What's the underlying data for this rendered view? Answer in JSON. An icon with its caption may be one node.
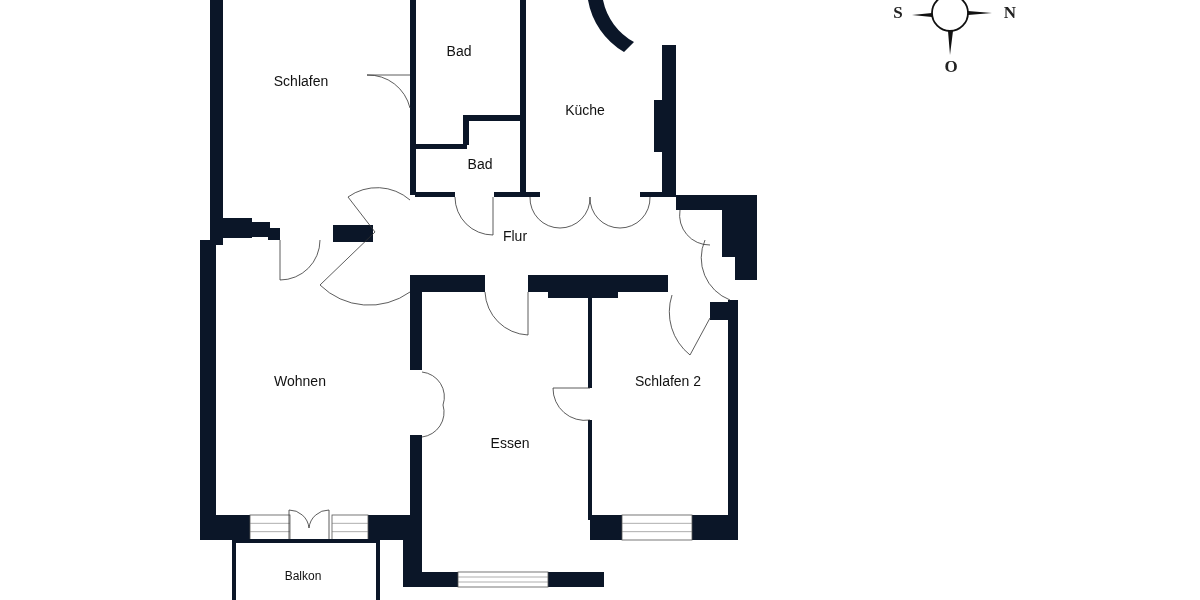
{
  "diagram": {
    "nodes": [
      {
        "text": [
          "Schlafen"
        ]
      },
      {
        "text": [
          "Bad"
        ]
      },
      {
        "text": [
          "Küche"
        ]
      },
      {
        "text": [
          "Bad"
        ]
      },
      {
        "text": [
          "Flur"
        ]
      },
      {
        "text": [
          "Wohnen"
        ]
      },
      {
        "text": [
          "Essen"
        ]
      },
      {
        "text": [
          "Schlafen 2"
        ]
      },
      {
        "text": [
          "Balkon"
        ]
      }
    ],
    "labels": [
      "S",
      "N",
      "O"
    ]
  }
}
